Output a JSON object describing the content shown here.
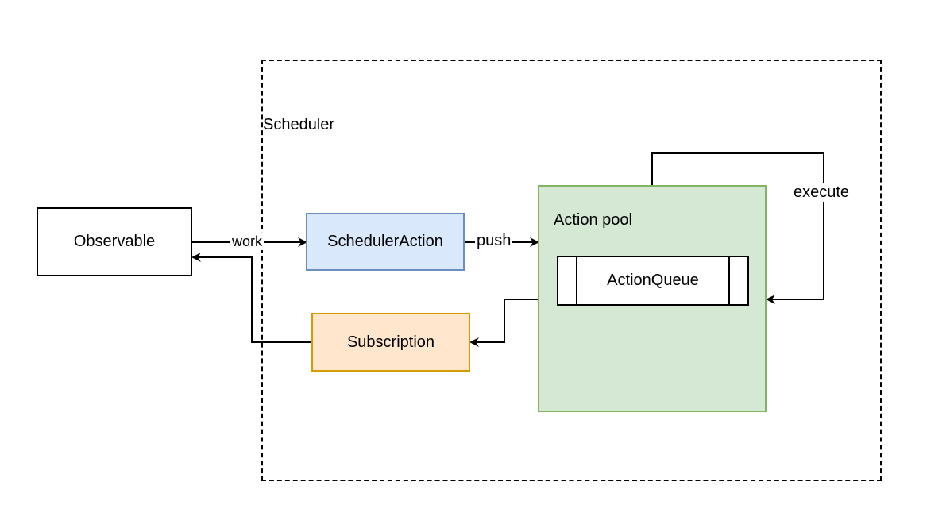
{
  "scheduler": {
    "label": "Scheduler"
  },
  "nodes": {
    "observable": {
      "label": "Observable"
    },
    "scheduler_action": {
      "label": "SchedulerAction",
      "fill": "#dae8fc",
      "stroke": "#6c8ebf"
    },
    "subscription": {
      "label": "Subscription",
      "fill": "#ffe6cc",
      "stroke": "#d79b00"
    },
    "action_pool": {
      "label": "Action pool",
      "fill": "#d5e8d4",
      "stroke": "#82b366"
    },
    "action_queue": {
      "label": "ActionQueue"
    }
  },
  "edges": {
    "work": "work",
    "push": "push",
    "execute": "execute"
  }
}
